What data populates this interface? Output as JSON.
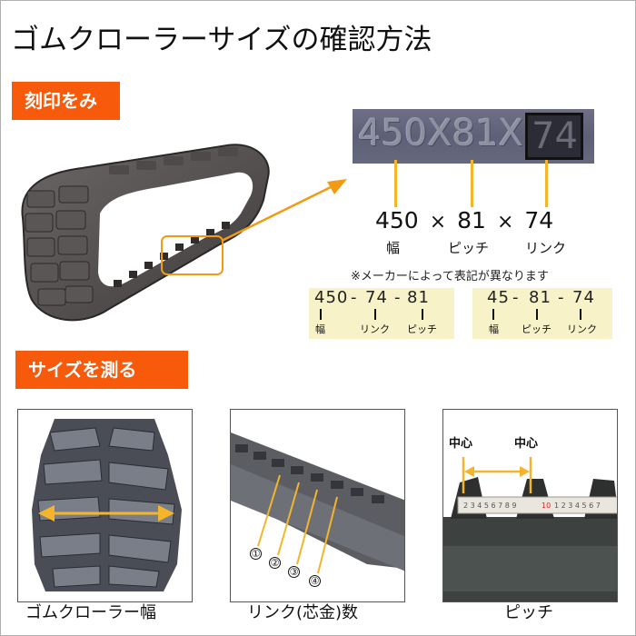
{
  "title": "ゴムクローラーサイズの確認方法",
  "sections": [
    {
      "label": "刻印をみる"
    },
    {
      "label": "サイズを測る"
    }
  ],
  "stamp": {
    "engraved_text": "450X81X",
    "engraved_link": "74"
  },
  "size_reading": {
    "width": "450",
    "pitch": "81",
    "links": "74",
    "multiply": "×",
    "labels": {
      "width": "幅",
      "pitch": "ピッチ",
      "links": "リンク"
    }
  },
  "note": "※メーカーによって表記が異なります",
  "formats": [
    {
      "parts": [
        "450",
        "-",
        "74",
        "-",
        "81"
      ],
      "labels": [
        "幅",
        "リンク",
        "ピッチ"
      ]
    },
    {
      "parts": [
        "45",
        "-",
        "81",
        "-",
        "74"
      ],
      "labels": [
        "幅",
        "ピッチ",
        "リンク"
      ]
    }
  ],
  "measure": [
    {
      "caption": "ゴムクローラー幅"
    },
    {
      "caption": "リンク(芯金)数",
      "markers": [
        "①",
        "②",
        "③",
        "④"
      ]
    },
    {
      "caption": "ピッチ",
      "center_label": "中心"
    }
  ],
  "colors": {
    "badge": "#f65a0a",
    "leader": "#f5b52a",
    "arrow": "#f29a14",
    "format_bg": "#f8f2c8"
  }
}
